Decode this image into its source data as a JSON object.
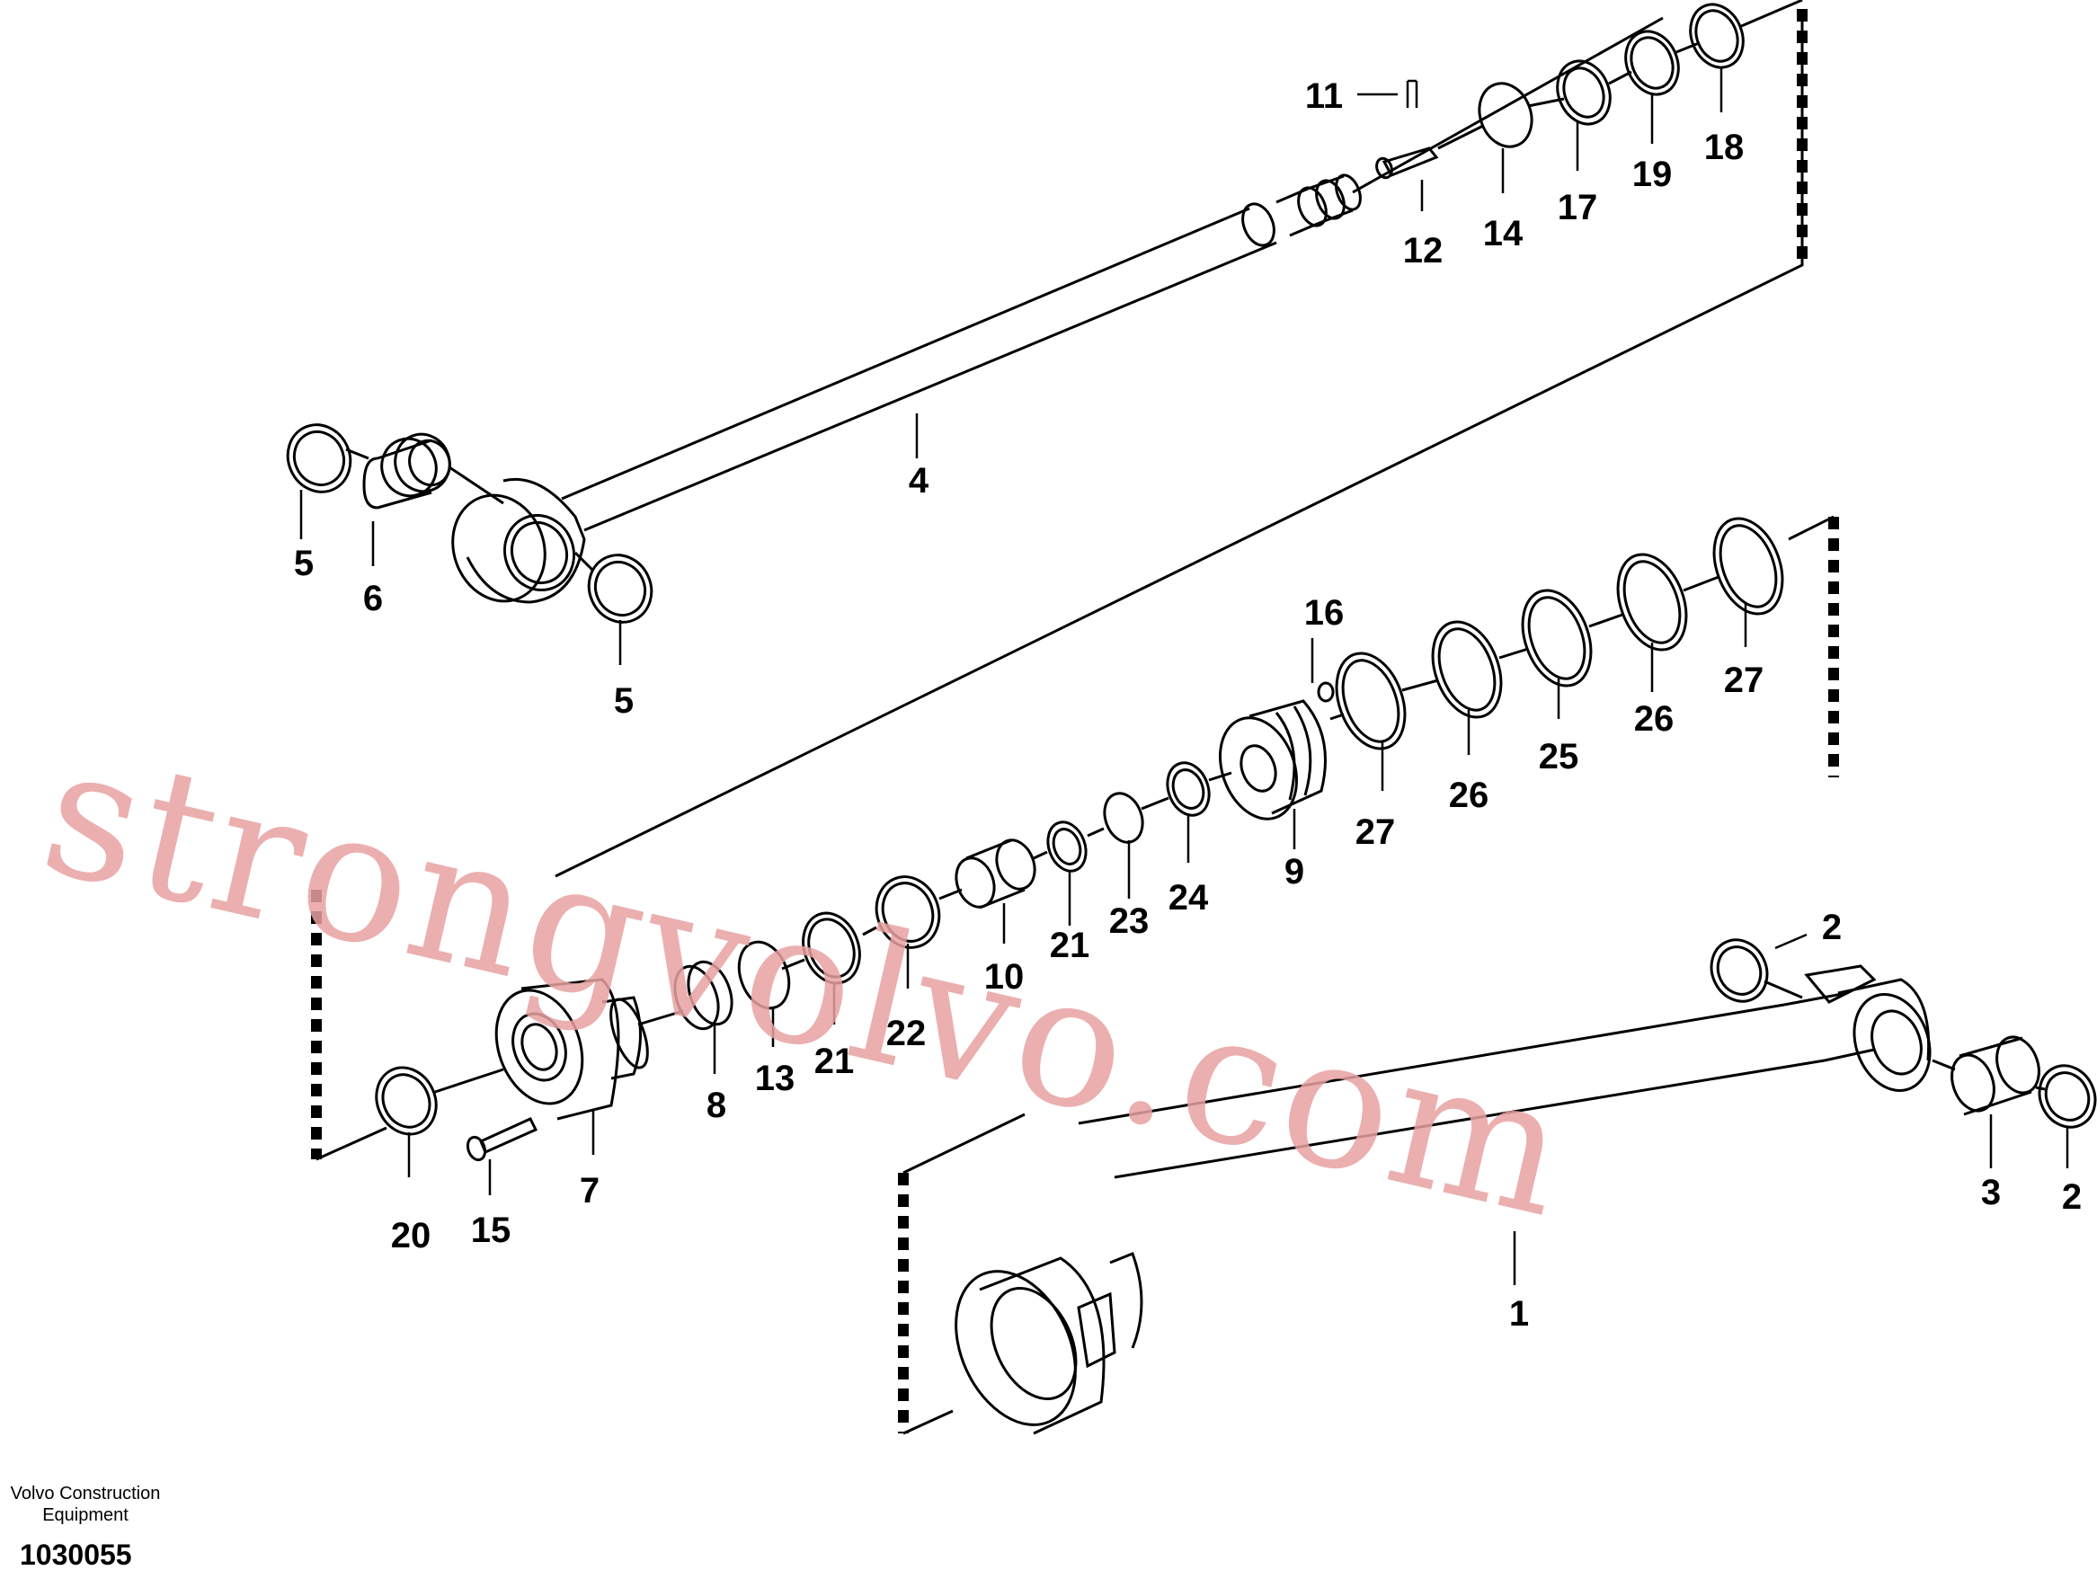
{
  "diagram": {
    "labels": [
      {
        "id": "1",
        "text": "1"
      },
      {
        "id": "2a",
        "text": "2"
      },
      {
        "id": "2b",
        "text": "2"
      },
      {
        "id": "3",
        "text": "3"
      },
      {
        "id": "4",
        "text": "4"
      },
      {
        "id": "5a",
        "text": "5"
      },
      {
        "id": "5b",
        "text": "5"
      },
      {
        "id": "6",
        "text": "6"
      },
      {
        "id": "7",
        "text": "7"
      },
      {
        "id": "8",
        "text": "8"
      },
      {
        "id": "9",
        "text": "9"
      },
      {
        "id": "10",
        "text": "10"
      },
      {
        "id": "11",
        "text": "11"
      },
      {
        "id": "12",
        "text": "12"
      },
      {
        "id": "13",
        "text": "13"
      },
      {
        "id": "14",
        "text": "14"
      },
      {
        "id": "15",
        "text": "15"
      },
      {
        "id": "16",
        "text": "16"
      },
      {
        "id": "17",
        "text": "17"
      },
      {
        "id": "18",
        "text": "18"
      },
      {
        "id": "19",
        "text": "19"
      },
      {
        "id": "20",
        "text": "20"
      },
      {
        "id": "21a",
        "text": "21"
      },
      {
        "id": "21b",
        "text": "21"
      },
      {
        "id": "22",
        "text": "22"
      },
      {
        "id": "23",
        "text": "23"
      },
      {
        "id": "24",
        "text": "24"
      },
      {
        "id": "25",
        "text": "25"
      },
      {
        "id": "26a",
        "text": "26"
      },
      {
        "id": "26b",
        "text": "26"
      },
      {
        "id": "27a",
        "text": "27"
      },
      {
        "id": "27b",
        "text": "27"
      }
    ],
    "watermark": "strongvolvo.com"
  },
  "footer": {
    "company_line1": "Volvo Construction",
    "company_line2": "Equipment",
    "drawing_number": "1030055"
  },
  "colors": {
    "line": "#000000",
    "watermark": "#e8a2a2",
    "background": "#ffffff"
  }
}
